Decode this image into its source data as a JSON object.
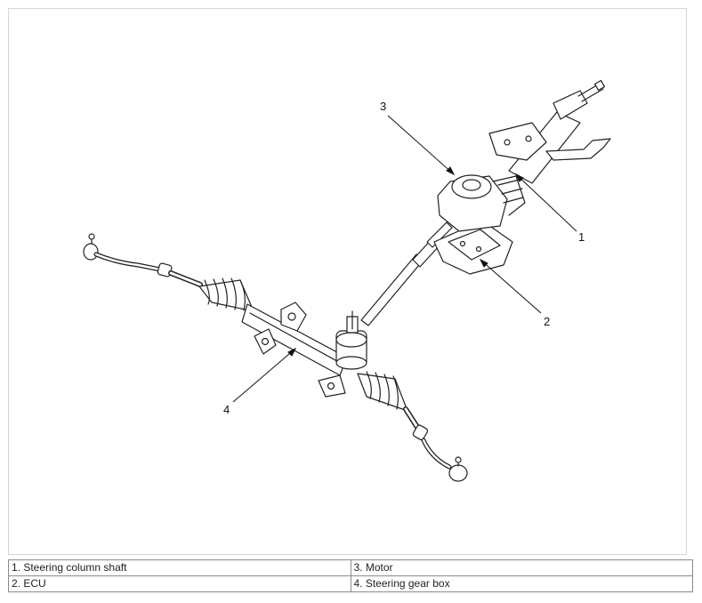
{
  "diagram": {
    "callouts": [
      "1",
      "2",
      "3",
      "4"
    ]
  },
  "legend": {
    "rows": [
      [
        "1. Steering column shaft",
        "3. Motor"
      ],
      [
        "2. ECU",
        "4. Steering gear box"
      ]
    ]
  }
}
